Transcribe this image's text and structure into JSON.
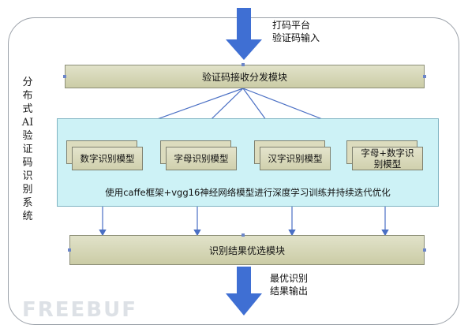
{
  "diagram": {
    "side_title": "分布式AI验证码识别系统",
    "input_note": [
      "打码平台",
      "验证码输入"
    ],
    "dispatch_module": "验证码接收分发模块",
    "models": [
      {
        "label": "数字识别模型"
      },
      {
        "label": "字母识别模型"
      },
      {
        "label": "汉字识别模型"
      },
      {
        "label": "字母+数字识别模型"
      }
    ],
    "training_caption": "使用caffe框架+vgg16神经网络模型进行深度学习训练并持续迭代优化",
    "select_module": "识别结果优选模块",
    "output_note": [
      "最优识别",
      "结果输出"
    ],
    "watermark": "FREEBUF"
  },
  "colors": {
    "arrow_blue": "#3f6fd3",
    "connector_blue": "#4a6fc4",
    "panel_cyan": "#cdf2f6",
    "box_khaki": "#d6d7b6"
  }
}
